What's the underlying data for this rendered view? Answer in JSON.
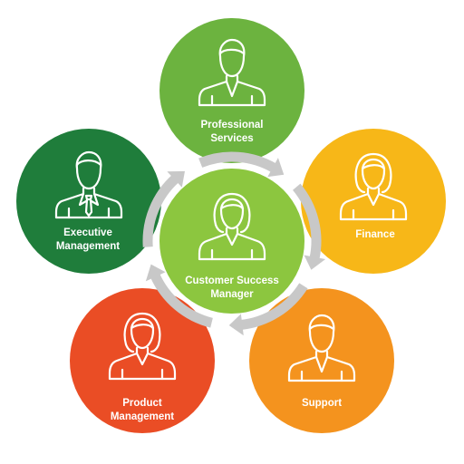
{
  "colors": {
    "professional_services": "#6cb33f",
    "finance": "#f7b718",
    "support": "#f4931e",
    "product_management": "#ea4d25",
    "executive_management": "#1f7d3b",
    "center": "#8cc63f",
    "cycle_arrows": "#c8c8c8",
    "icon_stroke": "#ffffff"
  },
  "center": {
    "label_line1": "Customer Success",
    "label_line2": "Manager",
    "icon": "female-person-icon"
  },
  "nodes": {
    "professional_services": {
      "label_line1": "Professional",
      "label_line2": "Services",
      "icon": "male-person-icon"
    },
    "finance": {
      "label_line1": "Finance",
      "icon": "female-person-icon"
    },
    "support": {
      "label_line1": "Support",
      "icon": "male-person-icon"
    },
    "product_management": {
      "label_line1": "Product",
      "label_line2": "Management",
      "icon": "female-person-icon"
    },
    "executive_management": {
      "label_line1": "Executive",
      "label_line2": "Management",
      "icon": "male-person-with-tie-icon"
    }
  }
}
